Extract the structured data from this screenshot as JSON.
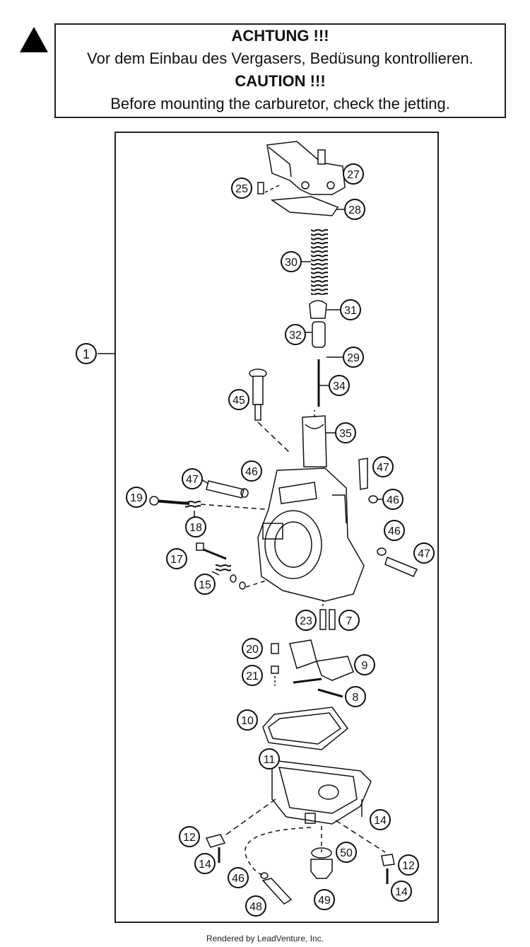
{
  "warning": {
    "heading_de": "ACHTUNG !!!",
    "text_de": "Vor dem Einbau des Vergasers, Bedüsung kontrollieren.",
    "heading_en": "CAUTION !!!",
    "text_en": "Before mounting the carburetor, check the jetting."
  },
  "callouts": {
    "c1": "1",
    "c7": "7",
    "c8": "8",
    "c9": "9",
    "c10": "10",
    "c11": "11",
    "c12a": "12",
    "c12b": "12",
    "c14a": "14",
    "c14b": "14",
    "c14c": "14",
    "c15": "15",
    "c17": "17",
    "c18": "18",
    "c19": "19",
    "c20": "20",
    "c21": "21",
    "c23": "23",
    "c25": "25",
    "c27": "27",
    "c28": "28",
    "c29": "29",
    "c30": "30",
    "c31": "31",
    "c32": "32",
    "c34": "34",
    "c35": "35",
    "c45": "45",
    "c46a": "46",
    "c46b": "46",
    "c46c": "46",
    "c46d": "46",
    "c47a": "47",
    "c47b": "47",
    "c47c": "47",
    "c48": "48",
    "c49": "49",
    "c50": "50"
  },
  "footer": "Rendered by LeadVenture, Inc."
}
